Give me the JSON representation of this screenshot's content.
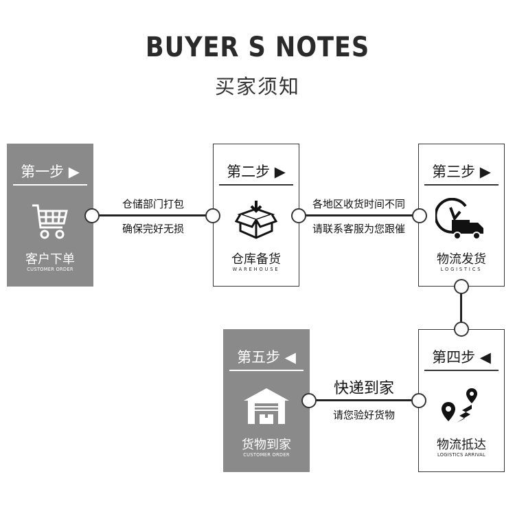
{
  "header": {
    "title": "BUYER S NOTES",
    "subtitle": "买家须知"
  },
  "steps": [
    {
      "step": "第一步 ▶",
      "name": "客户下单",
      "sub": "CUSTOMER ORDER",
      "icon": "shopping-cart-icon"
    },
    {
      "step": "第二步 ▶",
      "name": "仓库备货",
      "sub": "WAREHOUSE",
      "icon": "package-box-icon"
    },
    {
      "step": "第三步 ▶",
      "name": "物流发货",
      "sub": "LOGISTICS",
      "icon": "delivery-truck-clock-icon"
    },
    {
      "step": "第四步 ◀",
      "name": "物流抵达",
      "sub": "LOGISTICS ARRIVAL",
      "icon": "route-pin-icon"
    },
    {
      "step": "第五步 ◀",
      "name": "货物到家",
      "sub": "CUSTOMER ORDER",
      "icon": "garage-home-icon"
    }
  ],
  "connectors": {
    "c1": {
      "top": "仓储部门打包",
      "bottom": "确保完好无损"
    },
    "c2": {
      "top": "各地区收货时间不同",
      "bottom": "请联系客服为您跟催"
    },
    "c4": {
      "top": "快递到家",
      "bottom": "请您验好货物"
    }
  },
  "colors": {
    "dark_card": "#8a8a8a",
    "line": "#222222"
  }
}
